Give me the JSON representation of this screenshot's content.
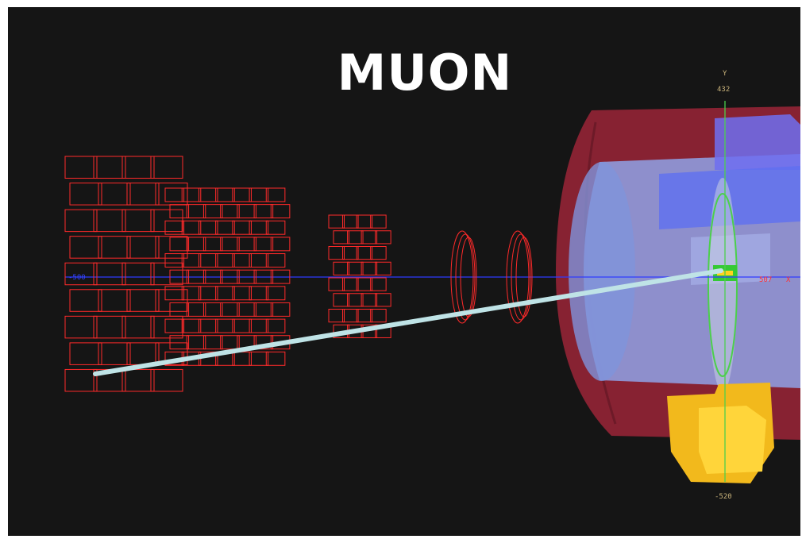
{
  "title": "MUON",
  "axis": {
    "y_name": "Y",
    "y_top": "432",
    "y_bottom": "-520",
    "z_left": "-500",
    "z_right": "507",
    "x_name": "X"
  },
  "colors": {
    "background": "#151515",
    "muon_chambers": "#ff2a2a",
    "track": "#bfe3e6",
    "beam_line": "#2f3bff",
    "magnet": "#a0283c",
    "detector_core": "#8fa2e8",
    "yellow_block": "#ffd21e",
    "vertical_axis": "#4ccf4c"
  },
  "elements": [
    "muon-chamber-station-1",
    "muon-chamber-station-2",
    "muon-chamber-station-3",
    "muon-ring-chamber-1",
    "muon-ring-chamber-2",
    "magnet-cylinder",
    "inner-detector",
    "yellow-calorimeter-block",
    "muon-track"
  ]
}
